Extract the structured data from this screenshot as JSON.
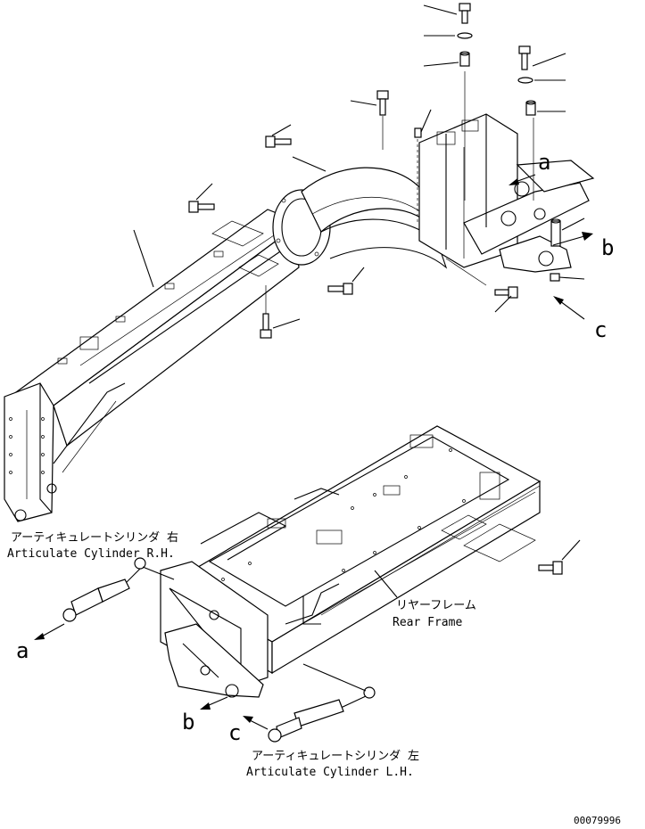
{
  "labels": {
    "rh_cylinder_jp": "アーティキュレートシリンダ 右",
    "rh_cylinder_en": "Articulate Cylinder R.H.",
    "lh_cylinder_jp": "アーティキュレートシリンダ 左",
    "lh_cylinder_en": "Articulate Cylinder L.H.",
    "rear_frame_jp": "リヤーフレーム",
    "rear_frame_en": "Rear Frame"
  },
  "callouts": {
    "a_top": "a",
    "b_top": "b",
    "c_top": "c",
    "a_bottom": "a",
    "b_bottom": "b",
    "c_bottom": "c"
  },
  "drawing_number": "00079996"
}
